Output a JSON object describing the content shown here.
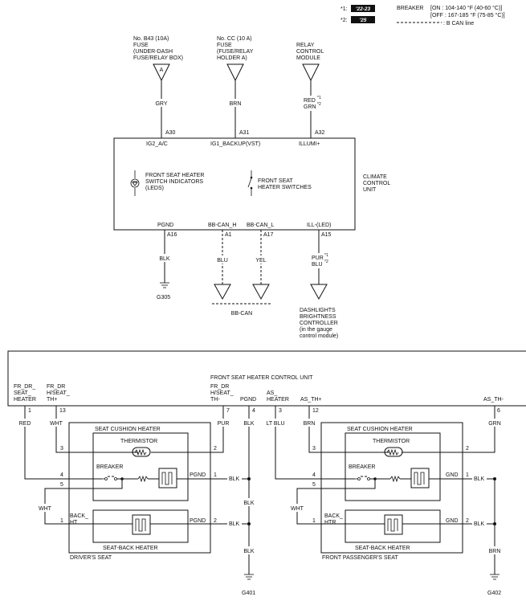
{
  "legend": {
    "note1_marker": "*1:",
    "note1_badge": "'22-23",
    "note2_marker": "*2:",
    "note2_badge": "'25",
    "breaker_label": "BREAKER",
    "breaker_on": "[ON : 104-140 °F (40-60 °C)]",
    "breaker_off": "[OFF : 167-185 °F (75-85 °C)]",
    "bcan_line": ": B CAN line"
  },
  "sources": {
    "fuse_b43": [
      "No. B43 (10A)",
      "FUSE",
      "(UNDER-DASH",
      "FUSE/RELAY BOX)"
    ],
    "fuse_b43_conn": "A",
    "fuse_cc": [
      "No. CC (10 A)",
      "FUSE",
      "(FUSE/RELAY",
      "HOLDER A)"
    ],
    "relay": [
      "RELAY",
      "CONTROL",
      "MODULE"
    ]
  },
  "climate": {
    "wire_gry": "GRY",
    "wire_brn": "BRN",
    "wire_red": "RED",
    "wire_red_note": "*1",
    "wire_grn": "GRN",
    "wire_grn_note": "*2",
    "pin_a30": "A30",
    "pin_a31": "A31",
    "pin_a32": "A32",
    "term_ig2": "IG2_A/C",
    "term_ig1": "IG1_BACKUP(VST)",
    "term_illumi": "ILLUMI+",
    "indicators": [
      "FRONT SEAT HEATER",
      "SWITCH INDICATORS",
      "(LEDS)"
    ],
    "switches": [
      "FRONT SEAT",
      "HEATER SWITCHES"
    ],
    "unit_name": [
      "CLIMATE",
      "CONTROL",
      "UNIT"
    ],
    "term_pgnd": "PGND",
    "term_bbcan_h": "BB-CAN_H",
    "term_bbcan_l": "BB-CAN_L",
    "term_ill_led": "ILL-(LED)",
    "pin_a16": "A16",
    "pin_a1": "A1",
    "pin_a17": "A17",
    "pin_a15": "A15",
    "wire_blk": "BLK",
    "wire_blu": "BLU",
    "wire_yel": "YEL",
    "wire_pur": "PUR",
    "wire_pur_note": "*1",
    "wire_blu2": "BLU",
    "wire_blu2_note": "*2",
    "ground": "G305",
    "bbcan_label": "BB-CAN",
    "dash_ctrl": [
      "DASHLIGHTS",
      "BRIGHTNESS",
      "CONTROLLER",
      "(in the gauge",
      "control module)"
    ]
  },
  "fshcu": {
    "title": "FRONT SEAT HEATER CONTROL UNIT",
    "t_fr_dr_seat": [
      "FR_DR_",
      "SEAT_",
      "HEATER"
    ],
    "t_fr_dr_th_plus": [
      "FR_DR",
      "_",
      "TH+"
    ],
    "t_fr_dr_th_minus": [
      "FR_DR",
      "H/SEAT_",
      "TH-"
    ],
    "t_pgnd": "PGND",
    "t_as_heater": [
      "AS_",
      "HEATER"
    ],
    "t_as_th_plus": "AS_TH+",
    "t_as_th_minus": "AS_TH-",
    "fr_dr_th_plus_mid": "H/SEAT_",
    "pins": [
      "1",
      "13",
      "7",
      "4",
      "3",
      "12",
      "6"
    ],
    "wires_top": [
      "RED",
      "WHT",
      "PUR",
      "BLK",
      "LT BLU",
      "BRN",
      "GRN"
    ]
  },
  "driver_seat": {
    "cushion": "SEAT CUSHION HEATER",
    "thermistor": "THERMISTOR",
    "breaker": "BREAKER",
    "pgnd1": "PGND",
    "pgnd2": "PGND",
    "pin3": "3",
    "pin2": "2",
    "pin4": "4",
    "pin5": "5",
    "pin1a": "1",
    "pin1b": "1",
    "pin2b": "2",
    "back_ht": [
      "BACK_",
      "HT"
    ],
    "seat_back": "SEAT-BACK HEATER",
    "name": "DRIVER'S SEAT",
    "wire_wht": "WHT",
    "wire_blk1": "BLK",
    "wire_blk2": "BLK",
    "wire_blk3": "BLK",
    "wire_blk4": "BLK",
    "ground": "G401"
  },
  "pass_seat": {
    "cushion": "SEAT CUSHION HEATER",
    "thermistor": "THERMISTOR",
    "breaker": "BREAKER",
    "gnd1": "GND",
    "gnd2": "GND",
    "pin3": "3",
    "pin2": "2",
    "pin4": "4",
    "pin5": "5",
    "pin1a": "1",
    "pin1b": "1",
    "pin2b": "2",
    "back_htr": [
      "BACK_",
      "HTR"
    ],
    "seat_back": "SEAT-BACK HEATER",
    "name": "FRONT PASSENGER'S SEAT",
    "wire_wht": "WHT",
    "wire_blk1": "BLK",
    "wire_blk2": "BLK",
    "wire_brn": "BRN",
    "ground": "G402"
  }
}
